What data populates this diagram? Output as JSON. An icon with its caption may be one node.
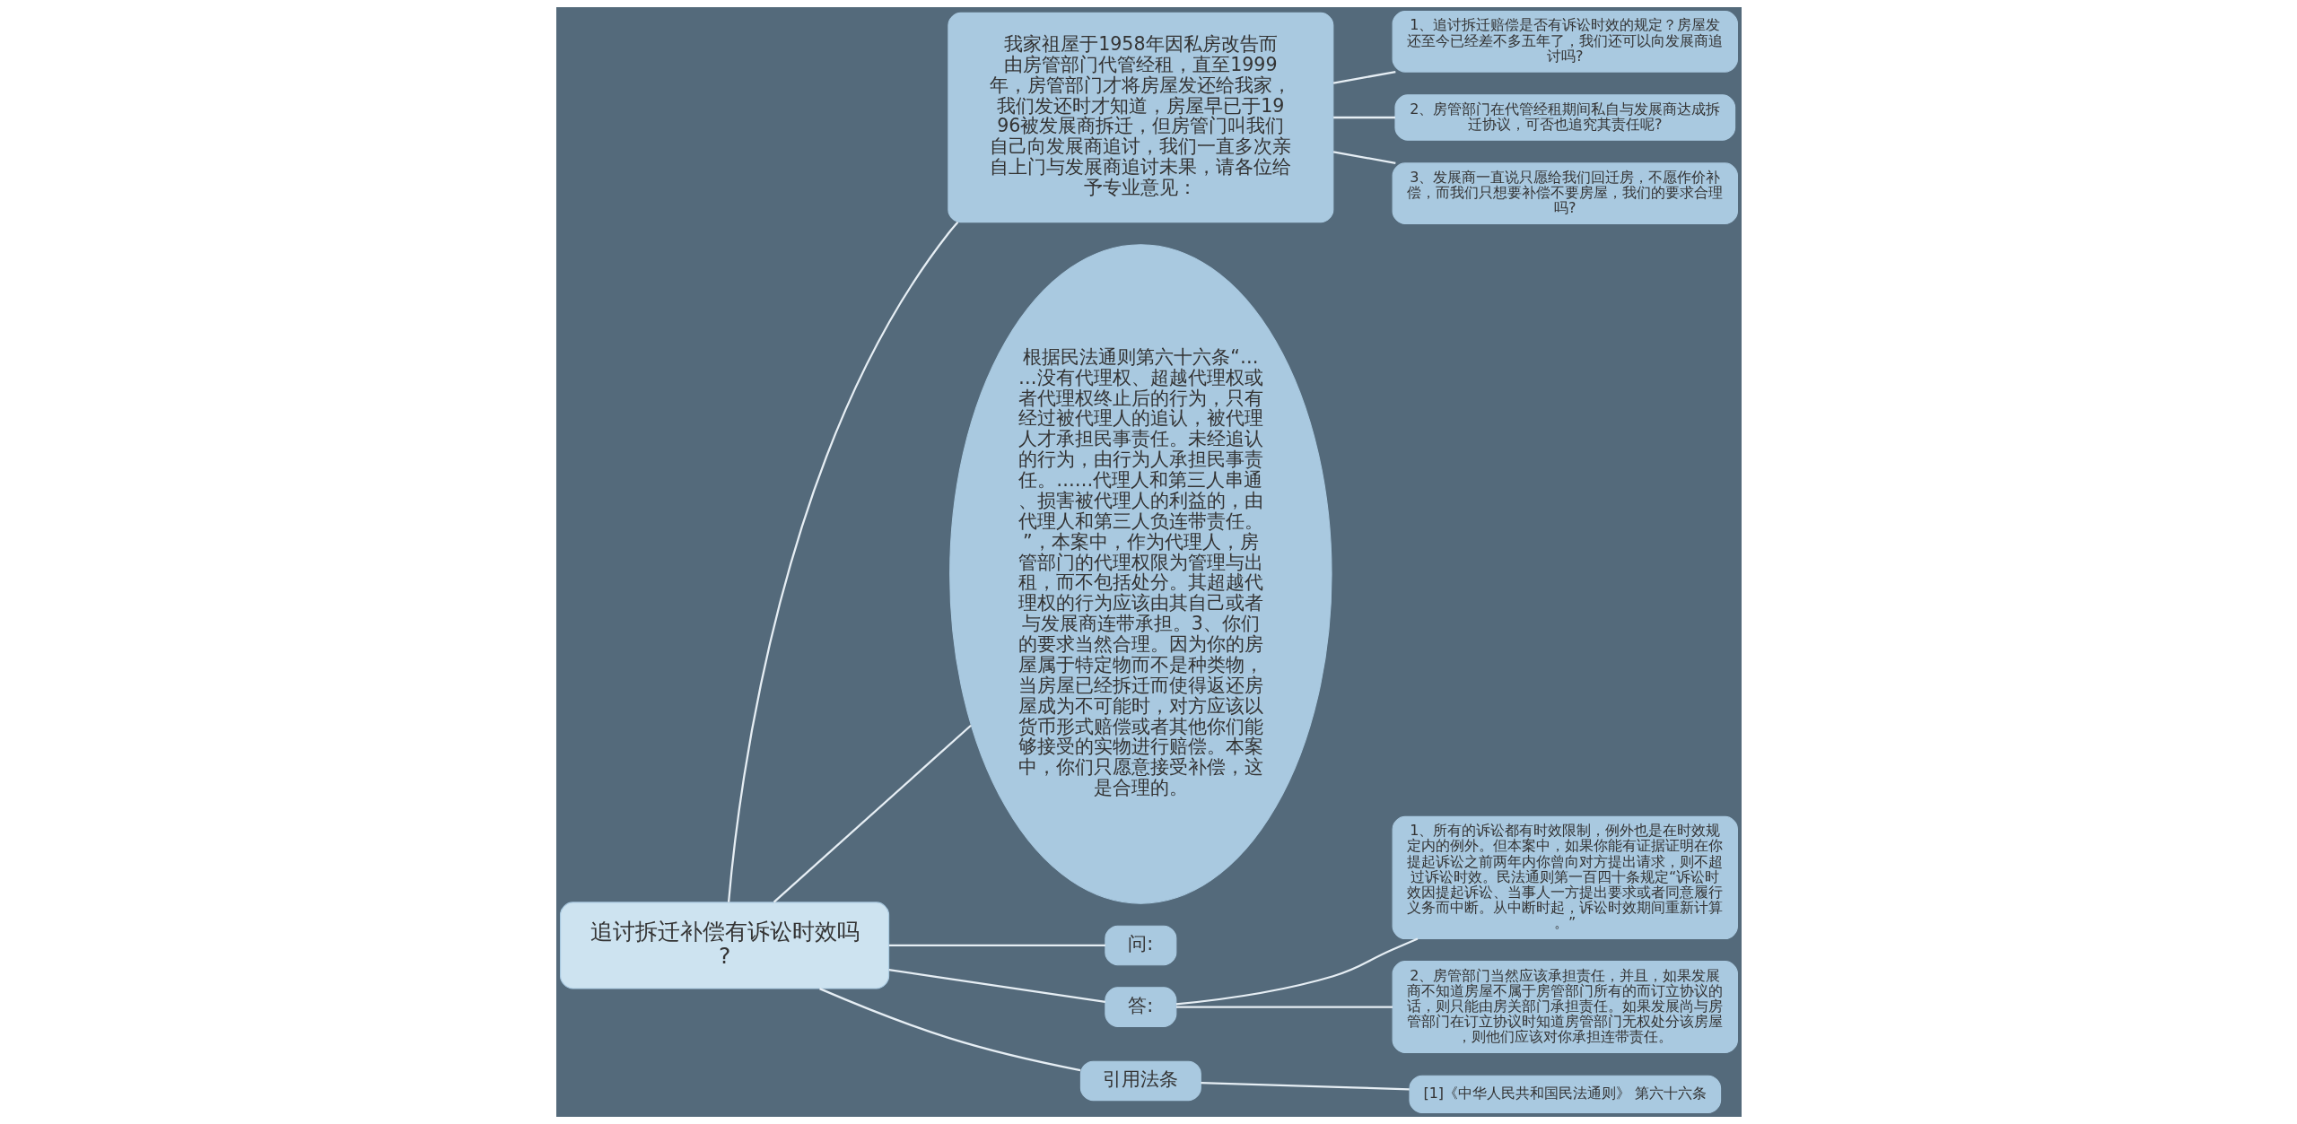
{
  "diagram": {
    "nodes": [
      {
        "text": [
          "追讨拆迁补偿有诉讼时效吗?"
        ]
      },
      {
        "text": [
          "我家祖屋于1958年因私房改告而由房管部门代管经租，直至1999年，房管部门才将房屋发还给我家，我们发还时才知道，房屋早已于1996被发展商拆迁，但房管门叫我们自己向发展商追讨，我们一直多次亲自上门与发展商追讨未果，请各位给予专业意见："
        ]
      },
      {
        "text": [
          "1、追讨拆迁赔偿是否有诉讼时效的规定？房屋发还至今已经差不多五年了，我们还可以向发展商追讨吗?"
        ]
      },
      {
        "text": [
          "2、房管部门在代管经租期间私自与发展商达成拆迁协议，可否也追究其责任呢?"
        ]
      },
      {
        "text": [
          "3、发展商一直说只愿给我们回迁房，不愿作价补偿，而我们只想要补偿不要房屋，我们的要求合理吗?"
        ]
      },
      {
        "text": [
          "根据民法通则第六十六条“……没有代理权、超越代理权或者代理权终止后的行为，只有经过被代理人的追认，被代理人才承担民事责任。未经追认的行为，由行为人承担民事责任。……代理人和第三人串通、损害被代理人的利益的，由代理人和第三人负连带责任。”，本案中，作为代理人，房管部门的代理权限为管理与出租，而不包括处分。其超越代理权的行为应该由其自己或者与发展商连带承担。3、你们的要求当然合理。因为你的房屋属于特定物而不是种类物，当房屋已经拆迁而使得返还房屋成为不可能时，对方应该以货币形式赔偿或者其他你们能够接受的实物进行赔偿。本案中，你们只愿意接受补偿，这是合理的。"
        ]
      },
      {
        "text": [
          "问:"
        ]
      },
      {
        "text": [
          "答:"
        ]
      },
      {
        "text": [
          "1、所有的诉讼都有时效限制，例外也是在时效规定内的例外。但本案中，如果你能有证据证明在你提起诉讼之前两年内你曾向对方提出请求，则不超过诉讼时效。民法通则第一百四十条规定“诉讼时效因提起诉讼、当事人一方提出要求或者同意履行义务而中断。从中断时起，诉讼时效期间重新计算。”"
        ]
      },
      {
        "text": [
          "2、房管部门当然应该承担责任，并且，如果发展商不知道房屋不属于房管部门所有的而订立协议的话，则只能由房关部门承担责任。如果发展尚与房管部门在订立协议时知道房管部门无权处分该房屋，则他们应该对你承担连带责任。"
        ]
      },
      {
        "text": [
          "引用法条"
        ]
      },
      {
        "text": [
          "[1]《中华人民共和国民法通则》 第六十六条"
        ]
      }
    ],
    "edges": [
      {
        "from": 0,
        "to": 1,
        "arrow": "none"
      },
      {
        "from": 1,
        "to": 2,
        "arrow": "none"
      },
      {
        "from": 1,
        "to": 3,
        "arrow": "none"
      },
      {
        "from": 1,
        "to": 4,
        "arrow": "none"
      },
      {
        "from": 0,
        "to": 5,
        "arrow": "none"
      },
      {
        "from": 0,
        "to": 6,
        "arrow": "none"
      },
      {
        "from": 0,
        "to": 7,
        "arrow": "none"
      },
      {
        "from": 7,
        "to": 8,
        "arrow": "none"
      },
      {
        "from": 7,
        "to": 9,
        "arrow": "none"
      },
      {
        "from": 0,
        "to": 10,
        "arrow": "none"
      },
      {
        "from": 10,
        "to": 11,
        "arrow": "none"
      }
    ]
  }
}
